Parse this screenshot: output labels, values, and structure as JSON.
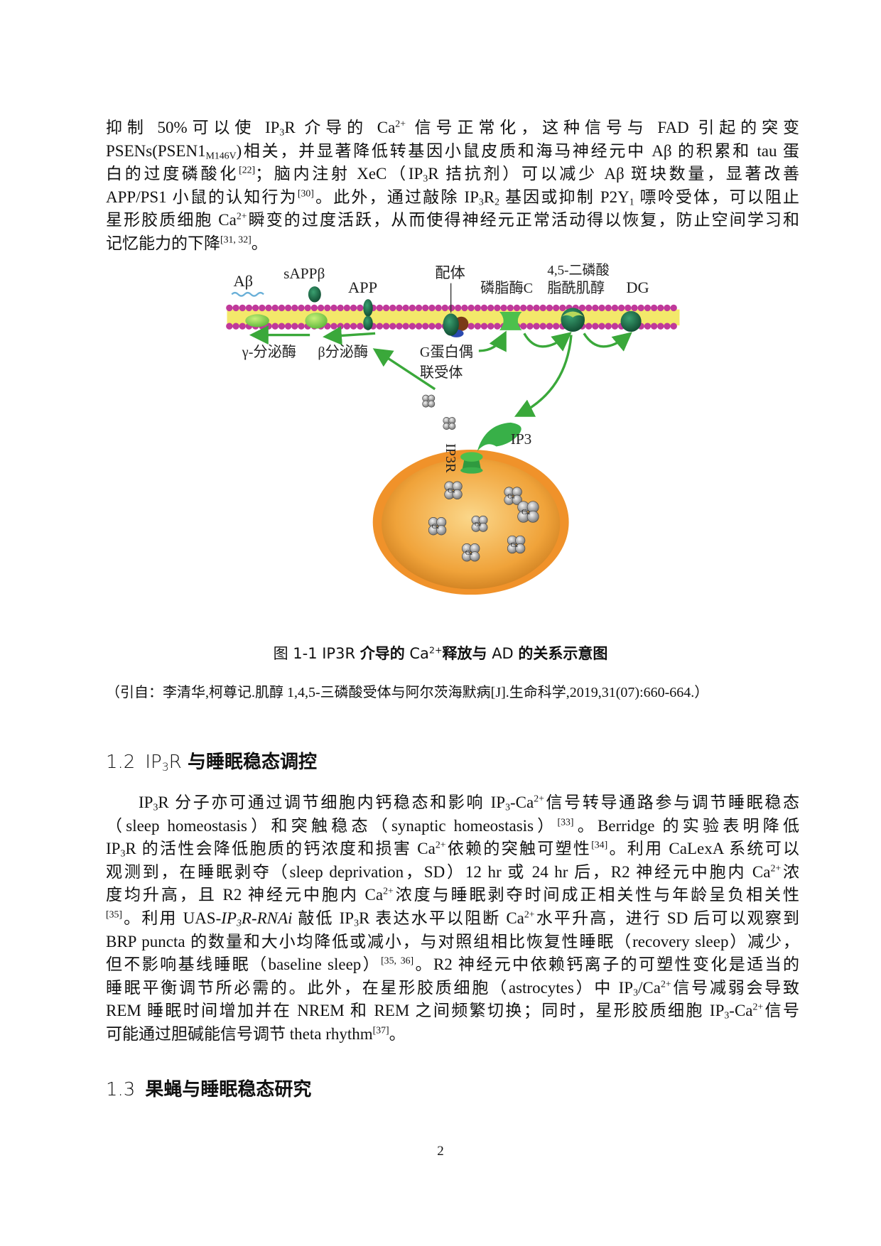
{
  "paragraph_1": [
    [
      "抑制 50%可以使 IP",
      {
        "sub": "3"
      },
      "R 介导的 Ca",
      {
        "sup": "2+"
      },
      " 信号正常化，这种信号与 FAD 引起的突变"
    ],
    [
      "PSENs(PSEN1",
      {
        "sub": "M146V"
      },
      ")相关，并显著降低转基因小鼠皮质和海马神经元中 Aβ 的积累和 tau 蛋"
    ],
    [
      "白的过度磷酸化",
      {
        "sup": "[22]"
      },
      "；脑内注射 XeC（IP",
      {
        "sub": "3"
      },
      "R 拮抗剂）可以减少 Aβ 斑块数量，显著改善"
    ],
    [
      "APP/PS1 小鼠的认知行为",
      {
        "sup": "[30]"
      },
      "。此外，通过敲除 IP",
      {
        "sub": "3"
      },
      "R",
      {
        "sub": "2"
      },
      " 基因或抑制 P2Y",
      {
        "sub": "1"
      },
      " 嘌呤受体，可以阻止"
    ],
    [
      "星形胶质细胞 Ca",
      {
        "sup": "2+"
      },
      "瞬变的过度活跃，从而使得神经元正常活动得以恢复，防止空间学习和"
    ],
    [
      "记忆能力的下降",
      {
        "sup": "[31, 32]"
      },
      "。"
    ]
  ],
  "figure": {
    "labels": {
      "abeta": "Aβ",
      "sappb": "sAPPβ",
      "app": "APP",
      "ligand": "配体",
      "plc": "磷脂酶C",
      "pip2_line1": "4,5-二磷酸",
      "pip2_line2": "脂酰肌醇",
      "dg": "DG",
      "gamma_secretase": "γ-分泌酶",
      "beta_secretase": "β分泌酶",
      "gpcr_line1": "G蛋白偶",
      "gpcr_line2": "联受体",
      "ip3": "IP3",
      "ip3r": "IP3R",
      "ca": "Ca"
    },
    "colors": {
      "membrane_head": "#c0399a",
      "membrane_core": "#f3e86a",
      "arrow": "#3aa83a",
      "protein_dark": "#1d6b4a",
      "protein_light": "#7fd04a",
      "er_outer": "#f0922a",
      "er_inner": "#f6b24a"
    }
  },
  "caption": {
    "prefix": "图 1-1 IP3R ",
    "bold1": "介导的",
    "ca": " Ca",
    "ca_sup": "2+",
    "bold2": "释放与",
    "ad": " AD ",
    "bold3": "的关系示意图"
  },
  "citation": "（引自：李清华,柯尊记.肌醇 1,4,5-三磷酸受体与阿尔茨海默病[J].生命科学,2019,31(07):660-664.）",
  "section_1_2": {
    "number": "1.2",
    "prefix": "IP",
    "sub": "3",
    "suffix": "R ",
    "title": "与睡眠稳态调控"
  },
  "paragraph_2": [
    [
      "IP",
      {
        "sub": "3"
      },
      "R 分子亦可通过调节细胞内钙稳态和影响 IP",
      {
        "sub": "3"
      },
      "-Ca",
      {
        "sup": "2+"
      },
      "信号转导通路参与调节睡眠稳态"
    ],
    [
      "（sleep homeostasis）和突触稳态（synaptic homeostasis）",
      {
        "sup": "[33]"
      },
      "。Berridge 的实验表明降低"
    ],
    [
      "IP",
      {
        "sub": "3"
      },
      "R 的活性会降低胞质的钙浓度和损害 Ca",
      {
        "sup": "2+"
      },
      "依赖的突触可塑性",
      {
        "sup": "[34]"
      },
      "。利用 CaLexA 系统可以"
    ],
    [
      "观测到，在睡眠剥夺（sleep deprivation，SD）12 hr 或 24 hr 后，R2 神经元中胞内 Ca",
      {
        "sup": "2+"
      },
      "浓"
    ],
    [
      "度均升高，且 R2 神经元中胞内 Ca",
      {
        "sup": "2+"
      },
      "浓度与睡眠剥夺时间成正相关性与年龄呈负相关性"
    ],
    [
      {
        "sup": "[35]"
      },
      "。利用 UAS-",
      {
        "i": "IP"
      },
      {
        "isub": "3"
      },
      {
        "i": "R-RNAi"
      },
      " 敲低 IP",
      {
        "sub": "3"
      },
      "R 表达水平以阻断 Ca",
      {
        "sup": "2+"
      },
      "水平升高，进行 SD 后可以观察到"
    ],
    [
      "BRP puncta 的数量和大小均降低或减小，与对照组相比恢复性睡眠（recovery sleep）减少，"
    ],
    [
      "但不影响基线睡眠（baseline sleep）",
      {
        "sup": "[35, 36]"
      },
      "。R2 神经元中依赖钙离子的可塑性变化是适当的"
    ],
    [
      "睡眠平衡调节所必需的。此外，在星形胶质细胞（astrocytes）中 IP",
      {
        "sub": "3"
      },
      "/Ca",
      {
        "sup": "2+"
      },
      "信号减弱会导致"
    ],
    [
      "REM 睡眠时间增加并在 NREM 和 REM 之间频繁切换；同时，星形胶质细胞 IP",
      {
        "sub": "3"
      },
      "-Ca",
      {
        "sup": "2+"
      },
      "信号"
    ],
    [
      "可能通过胆碱能信号调节 theta rhythm",
      {
        "sup": "[37]"
      },
      "。"
    ]
  ],
  "section_1_3": {
    "number": "1.3",
    "title": "果蝇与睡眠稳态研究"
  },
  "page_number": "2"
}
